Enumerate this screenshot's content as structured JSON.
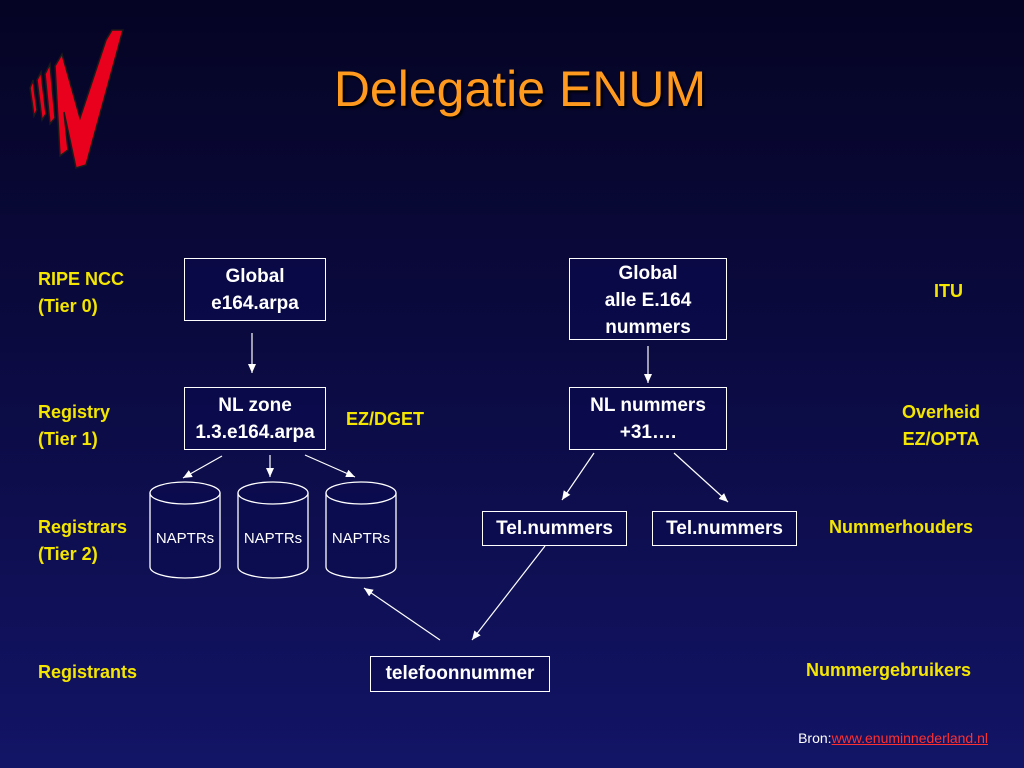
{
  "title": "Delegatie ENUM",
  "colors": {
    "title": "#ff9a1f",
    "label": "#f4e600",
    "box_border": "#ffffff",
    "link": "#ff3030",
    "logo": "#e8001c"
  },
  "logo": {
    "icon": "n-logo-icon"
  },
  "left_labels": {
    "tier0": [
      "RIPE NCC",
      "(Tier 0)"
    ],
    "tier1": [
      "Registry",
      "(Tier 1)"
    ],
    "tier2": [
      "Registrars",
      "(Tier 2)"
    ],
    "registrants": "Registrants"
  },
  "right_labels": {
    "itu": "ITU",
    "overheid": [
      "Overheid",
      "EZ/OPTA"
    ],
    "nummerhouders": "Nummerhouders",
    "nummergebruikers": "Nummergebruikers"
  },
  "middle_label": "EZ/DGET",
  "boxes": {
    "global_arpa": [
      "Global",
      "e164.arpa"
    ],
    "nl_zone": [
      "NL zone",
      "1.3.e164.arpa"
    ],
    "global_e164": [
      "Global",
      "alle E.164",
      "nummers"
    ],
    "nl_nummers": [
      "NL nummers",
      "+31…."
    ],
    "tel1": "Tel.nummers",
    "tel2": "Tel.nummers",
    "telefoonnummer": "telefoonnummer"
  },
  "naptrs": [
    "NAPTRs",
    "NAPTRs",
    "NAPTRs"
  ],
  "source": {
    "prefix": "Bron:",
    "link": "www.enuminnederland.nl"
  }
}
